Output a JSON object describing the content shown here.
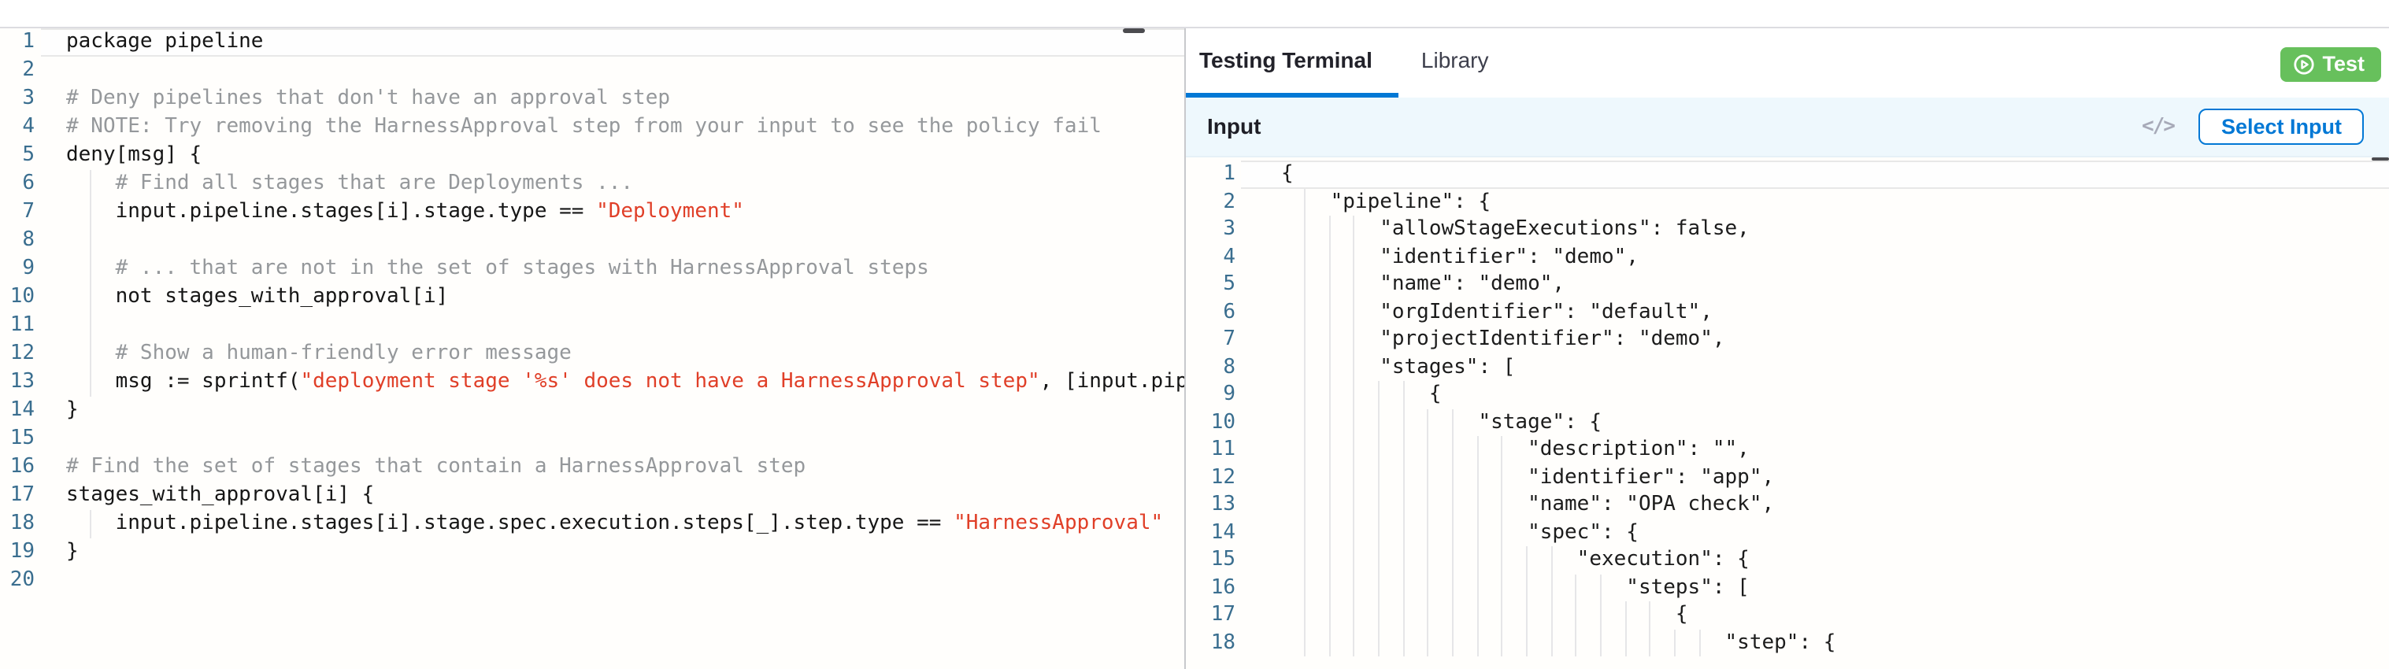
{
  "colors": {
    "accent_blue": "#0278d5",
    "test_green": "#67c05c",
    "string_red": "#e03f28",
    "comment_gray": "#95989b",
    "line_number_blue": "#3a6e8f",
    "input_bar_bg": "#eef8fd"
  },
  "left_editor": {
    "language": "rego",
    "lines": [
      {
        "n": 1,
        "active": true,
        "parts": [
          [
            "p",
            "package pipeline"
          ]
        ]
      },
      {
        "n": 2,
        "parts": []
      },
      {
        "n": 3,
        "parts": [
          [
            "c",
            "# Deny pipelines that don't have an approval step"
          ]
        ]
      },
      {
        "n": 4,
        "parts": [
          [
            "c",
            "# NOTE: Try removing the HarnessApproval step from your input to see the policy fail"
          ]
        ]
      },
      {
        "n": 5,
        "parts": [
          [
            "p",
            "deny[msg] {"
          ]
        ]
      },
      {
        "n": 6,
        "parts": [
          [
            "c",
            "    # Find all stages that are Deployments ..."
          ]
        ]
      },
      {
        "n": 7,
        "parts": [
          [
            "p",
            "    input.pipeline.stages[i].stage.type == "
          ],
          [
            "s",
            "\"Deployment\""
          ]
        ]
      },
      {
        "n": 8,
        "ind": 4,
        "parts": []
      },
      {
        "n": 9,
        "parts": [
          [
            "c",
            "    # ... that are not in the set of stages with HarnessApproval steps"
          ]
        ]
      },
      {
        "n": 10,
        "parts": [
          [
            "p",
            "    not stages_with_approval[i]"
          ]
        ]
      },
      {
        "n": 11,
        "ind": 4,
        "parts": []
      },
      {
        "n": 12,
        "parts": [
          [
            "c",
            "    # Show a human-friendly error message"
          ]
        ]
      },
      {
        "n": 13,
        "parts": [
          [
            "p",
            "    msg := sprintf("
          ],
          [
            "s",
            "\"deployment stage '%s' does not have a HarnessApproval step\""
          ],
          [
            "p",
            ", [input.pipel"
          ]
        ]
      },
      {
        "n": 14,
        "parts": [
          [
            "p",
            "}"
          ]
        ]
      },
      {
        "n": 15,
        "parts": []
      },
      {
        "n": 16,
        "parts": [
          [
            "c",
            "# Find the set of stages that contain a HarnessApproval step"
          ]
        ]
      },
      {
        "n": 17,
        "parts": [
          [
            "p",
            "stages_with_approval[i] {"
          ]
        ]
      },
      {
        "n": 18,
        "parts": [
          [
            "p",
            "    input.pipeline.stages[i].stage.spec.execution.steps[_].step.type == "
          ],
          [
            "s",
            "\"HarnessApproval\""
          ]
        ]
      },
      {
        "n": 19,
        "parts": [
          [
            "p",
            "}"
          ]
        ]
      },
      {
        "n": 20,
        "parts": []
      }
    ]
  },
  "right_panel": {
    "tabs": {
      "testing_terminal": "Testing Terminal",
      "library": "Library"
    },
    "test_button_label": "Test",
    "input_header": {
      "title": "Input",
      "code_icon_glyph": "</>",
      "select_button_label": "Select Input"
    },
    "json_editor": {
      "language": "json",
      "lines": [
        {
          "n": 1,
          "active": true,
          "parts": [
            [
              "j",
              "{"
            ]
          ]
        },
        {
          "n": 2,
          "parts": [
            [
              "j",
              "    \"pipeline\": {"
            ]
          ]
        },
        {
          "n": 3,
          "parts": [
            [
              "j",
              "        \"allowStageExecutions\": false,"
            ]
          ]
        },
        {
          "n": 4,
          "parts": [
            [
              "j",
              "        \"identifier\": \"demo\","
            ]
          ]
        },
        {
          "n": 5,
          "parts": [
            [
              "j",
              "        \"name\": \"demo\","
            ]
          ]
        },
        {
          "n": 6,
          "parts": [
            [
              "j",
              "        \"orgIdentifier\": \"default\","
            ]
          ]
        },
        {
          "n": 7,
          "parts": [
            [
              "j",
              "        \"projectIdentifier\": \"demo\","
            ]
          ]
        },
        {
          "n": 8,
          "parts": [
            [
              "j",
              "        \"stages\": ["
            ]
          ]
        },
        {
          "n": 9,
          "parts": [
            [
              "j",
              "            {"
            ]
          ]
        },
        {
          "n": 10,
          "parts": [
            [
              "j",
              "                \"stage\": {"
            ]
          ]
        },
        {
          "n": 11,
          "parts": [
            [
              "j",
              "                    \"description\": \"\","
            ]
          ]
        },
        {
          "n": 12,
          "parts": [
            [
              "j",
              "                    \"identifier\": \"app\","
            ]
          ]
        },
        {
          "n": 13,
          "parts": [
            [
              "j",
              "                    \"name\": \"OPA check\","
            ]
          ]
        },
        {
          "n": 14,
          "parts": [
            [
              "j",
              "                    \"spec\": {"
            ]
          ]
        },
        {
          "n": 15,
          "parts": [
            [
              "j",
              "                        \"execution\": {"
            ]
          ]
        },
        {
          "n": 16,
          "parts": [
            [
              "j",
              "                            \"steps\": ["
            ]
          ]
        },
        {
          "n": 17,
          "parts": [
            [
              "j",
              "                                {"
            ]
          ]
        },
        {
          "n": 18,
          "parts": [
            [
              "j",
              "                                    \"step\": {"
            ]
          ]
        }
      ]
    }
  }
}
